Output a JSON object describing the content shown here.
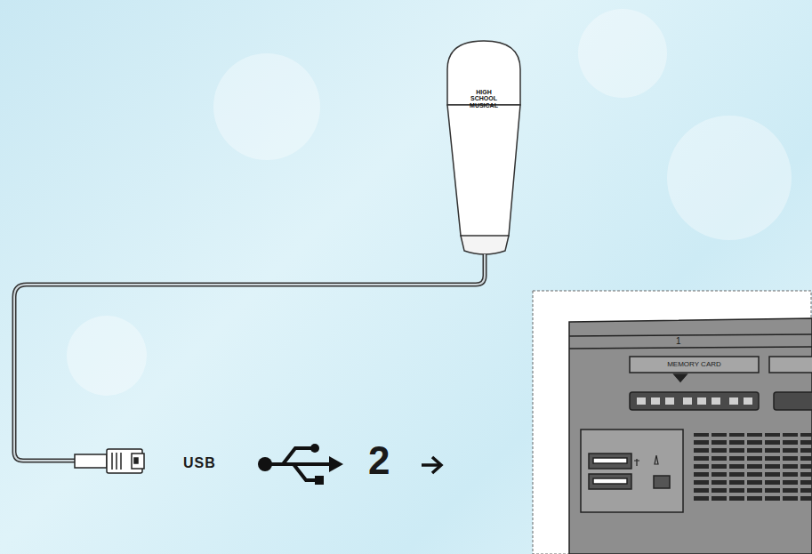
{
  "diagram": {
    "labels": [
      "HIGH SCHOOL MUSICAL",
      "USB",
      "2",
      "1",
      "MEMORY CARD"
    ]
  }
}
